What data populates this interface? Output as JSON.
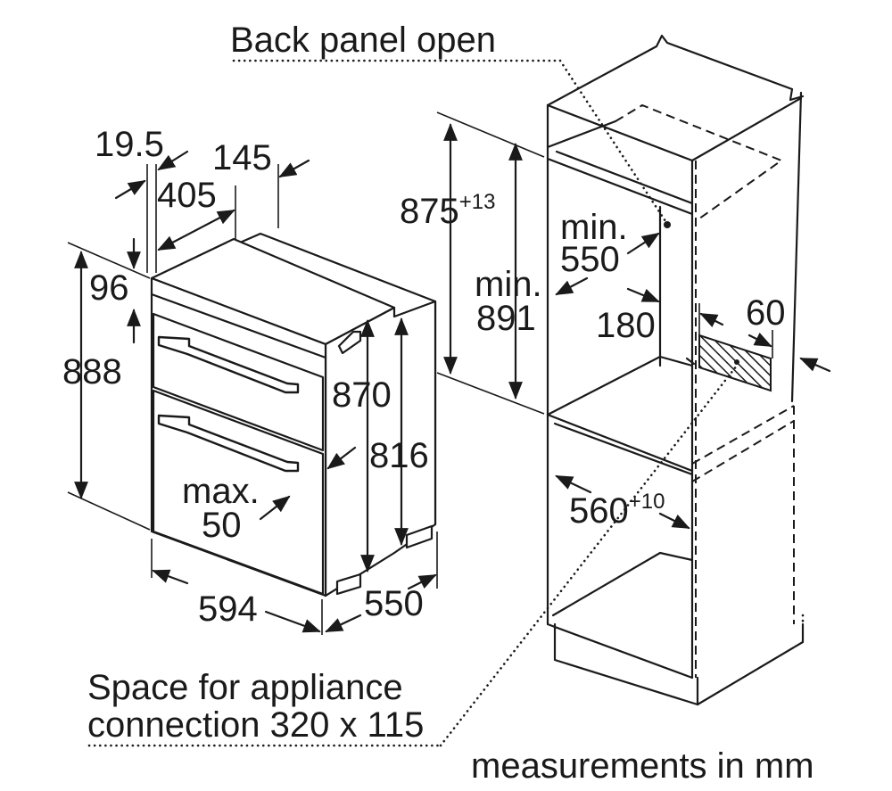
{
  "labels": {
    "back_panel": "Back panel open",
    "w19_5": "19.5",
    "w145": "145",
    "w405": "405",
    "h96": "96",
    "h888": "888",
    "h870": "870",
    "h816": "816",
    "max_line1": "max.",
    "max_line2": "50",
    "w594": "594",
    "d550": "550",
    "h875": "875",
    "h875_tol": "+13",
    "min891_line1": "min.",
    "min891_line2": "891",
    "min550_line1": "min.",
    "min550_line2": "550",
    "d180": "180",
    "d60": "60",
    "w560": "560",
    "w560_tol": "+10",
    "space_line1": "Space for appliance",
    "space_line2": "connection 320 x 115",
    "units": "measurements in mm"
  },
  "colors": {
    "line": "#1a1a1a",
    "background": "#ffffff"
  }
}
